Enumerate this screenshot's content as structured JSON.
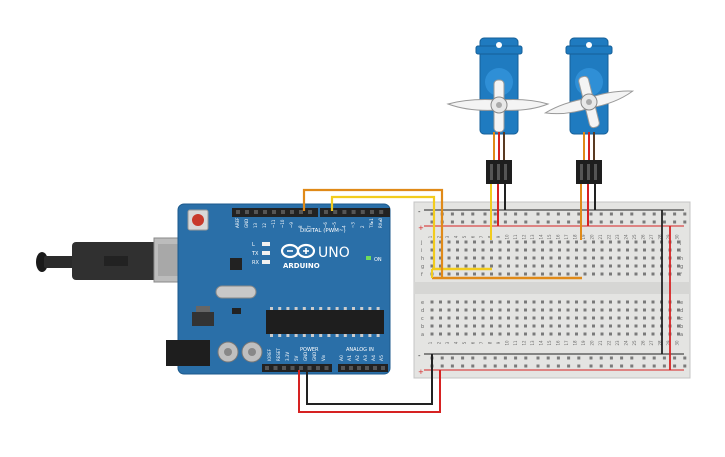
{
  "arduino": {
    "brand": "ARDUINO",
    "model": "UNO",
    "digital_label": "DIGITAL (PWM~)",
    "on_label": "ON",
    "power_label": "POWER",
    "analog_label": "ANALOG IN",
    "led_labels": [
      "L",
      "TX",
      "RX"
    ],
    "digital_pins": [
      "AREF",
      "GND",
      "13",
      "12",
      "~11",
      "~10",
      "~9",
      "8",
      "7",
      "~6",
      "~5",
      "4",
      "~3",
      "2",
      "TX▸1",
      "RX◂0"
    ],
    "power_pins": [
      "IOREF",
      "RESET",
      "3.3V",
      "5V",
      "GND",
      "GND",
      "Vin"
    ],
    "analog_pins": [
      "A0",
      "A1",
      "A2",
      "A3",
      "A4",
      "A5"
    ]
  },
  "breadboard": {
    "row_letters_top": [
      "j",
      "i",
      "h",
      "g",
      "f"
    ],
    "row_letters_bottom": [
      "e",
      "d",
      "c",
      "b",
      "a"
    ],
    "rail_minus": "-",
    "rail_plus": "+",
    "column_numbers": [
      "1",
      "2",
      "3",
      "4",
      "5",
      "6",
      "7",
      "8",
      "9",
      "10",
      "11",
      "12",
      "13",
      "14",
      "15",
      "16",
      "17",
      "18",
      "19",
      "20",
      "21",
      "22",
      "23",
      "24",
      "25",
      "26",
      "27",
      "28",
      "29",
      "30"
    ]
  },
  "colors": {
    "board": "#2a6fa8",
    "breadboard": "#e4e4e2",
    "servo_body": "#1f7bc0",
    "wire_orange": "#e08a18",
    "wire_yellow": "#f2cc1e",
    "wire_red": "#d62222",
    "wire_black": "#222222"
  }
}
